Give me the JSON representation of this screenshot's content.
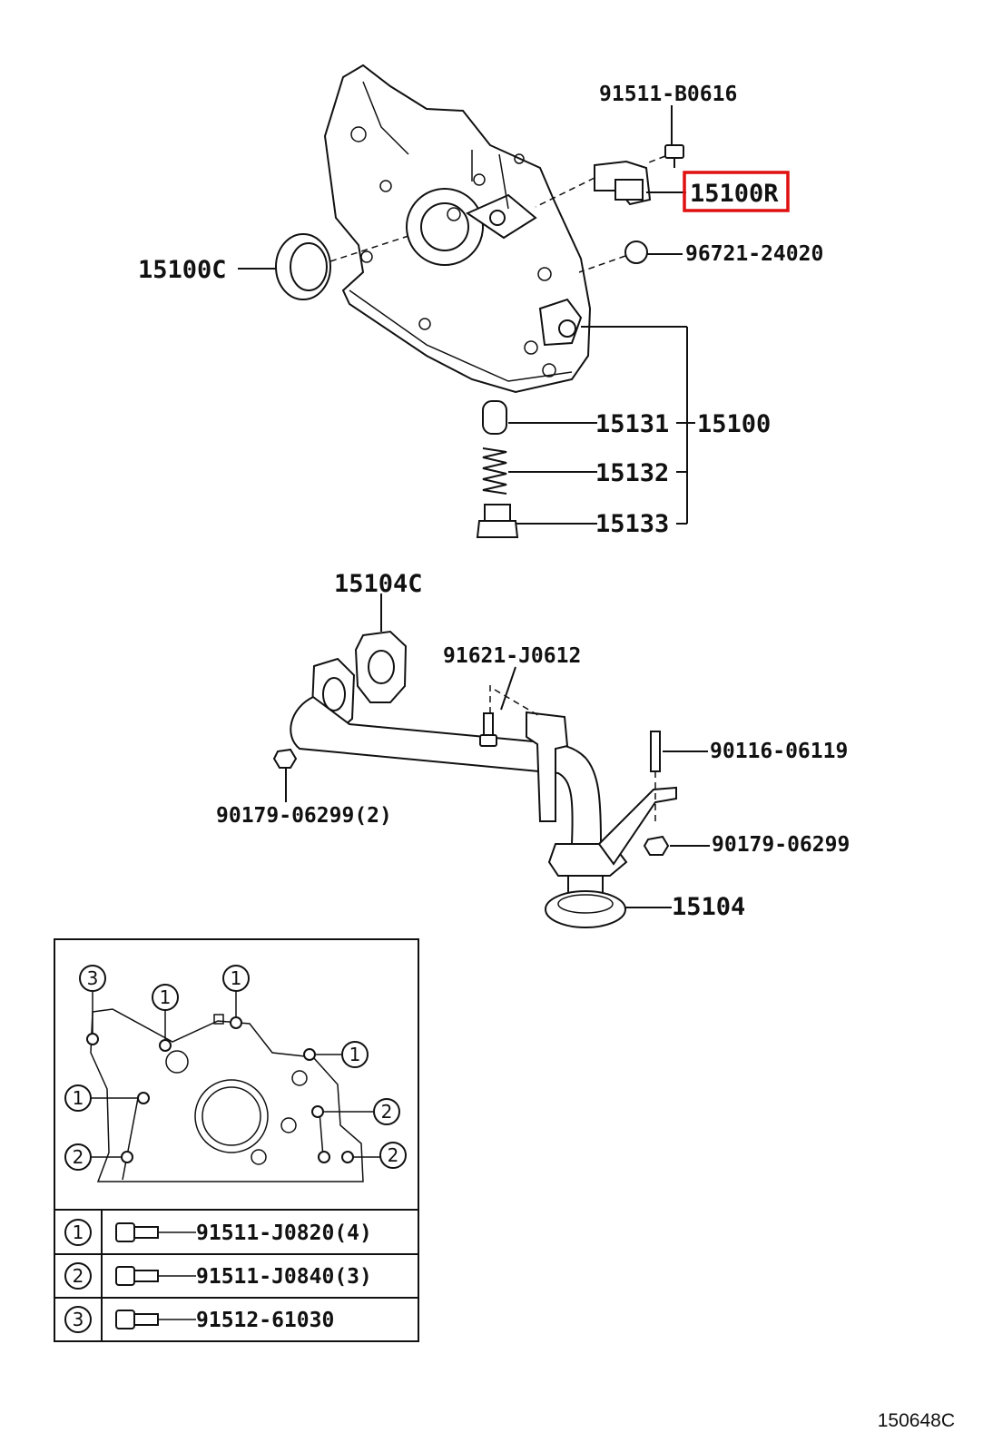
{
  "callouts": {
    "oil_pump_assy": "15100",
    "crank_seal": "15100C",
    "pump_screw": "91511-B0616",
    "sensor": "15100R",
    "o_ring": "96721-24020",
    "relief_valve": "15131",
    "relief_spring": "15132",
    "relief_plug": "15133",
    "strainer_gasket": "15104C",
    "strainer_bolt": "91621-J0612",
    "stud_bolt": "90116-06119",
    "nut_left": "90179-06299(2)",
    "nut_right": "90179-06299",
    "strainer": "15104"
  },
  "highlight_color": "#e01010",
  "bolt_key": {
    "bubbles": [
      "1",
      "2",
      "3"
    ],
    "rows": [
      {
        "num": "1",
        "part": "91511-J0820(4)"
      },
      {
        "num": "2",
        "part": "91511-J0840(3)"
      },
      {
        "num": "3",
        "part": "91512-61030"
      }
    ]
  },
  "figure_number": "150648C"
}
